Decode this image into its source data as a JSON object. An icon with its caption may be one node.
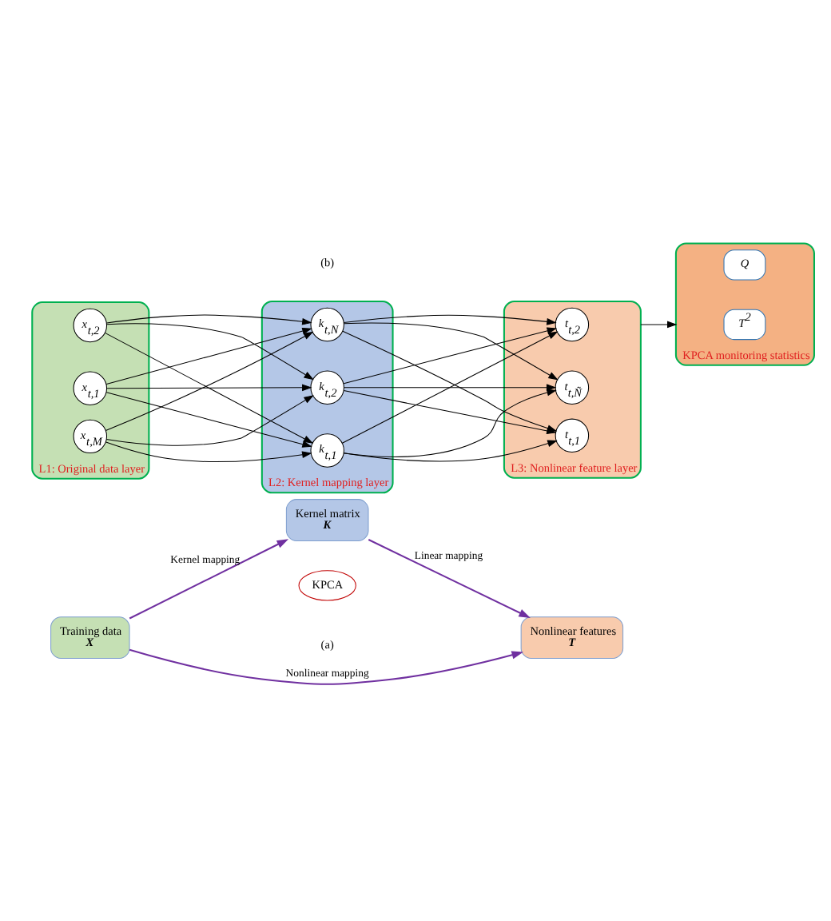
{
  "diagram": {
    "nodes": [
      {
        "text": [
          "Training data",
          "X"
        ]
      },
      {
        "text": [
          "Kernel matrix",
          "K"
        ]
      },
      {
        "text": [
          "Nonlinear features",
          "T"
        ]
      },
      {
        "text": [
          "KPCA"
        ]
      },
      {
        "text": [],
        "shape": "box",
        "beside": [
          "L1: Original data layer"
        ]
      },
      {
        "text": [
          "x$_{t,1}$"
        ],
        "in": 4
      },
      {
        "text": [
          "x$_{t,2}$"
        ],
        "in": 4
      },
      {
        "text": [
          "x$_{t,M}$"
        ],
        "in": 4
      },
      {
        "text": [],
        "shape": "box",
        "beside": [
          "L2: Kernel mapping layer"
        ]
      },
      {
        "text": [
          "k$_{t,1}$"
        ],
        "in": 8
      },
      {
        "text": [
          "k$_{t,2}$"
        ],
        "in": 8
      },
      {
        "text": [
          "k$_{t,N}$"
        ],
        "in": 8
      },
      {
        "text": [],
        "shape": "box",
        "beside": [
          "L3: Nonlinear feature layer"
        ]
      },
      {
        "text": [
          "t$_{t,1}$"
        ],
        "in": 12
      },
      {
        "text": [
          "t$_{t,2}$"
        ],
        "in": 12
      },
      {
        "text": [
          "t$_{t,Ñ}$"
        ],
        "in": 12
      },
      {
        "text": [],
        "shape": "box",
        "beside": [
          "KPCA monitoring statistics"
        ]
      },
      {
        "text": [
          "T$^{2}$"
        ],
        "in": 16
      },
      {
        "text": [
          "Q"
        ],
        "in": 16
      }
    ],
    "edges": [
      {
        "from": 0,
        "to": 1,
        "arrow": "to",
        "label": "Kernel mapping",
        "color": "#7030a0"
      },
      {
        "from": 1,
        "to": 2,
        "arrow": "to",
        "label": "Linear mapping",
        "color": "#7030a0"
      },
      {
        "from": 0,
        "to": 2,
        "arrow": "to",
        "label": "Nonlinear mapping",
        "color": "#7030a0"
      },
      {
        "from": 5,
        "to": 9,
        "arrow": "to"
      },
      {
        "from": 5,
        "to": 10,
        "arrow": "to"
      },
      {
        "from": 5,
        "to": 11,
        "arrow": "to"
      },
      {
        "from": 6,
        "to": 9,
        "arrow": "to"
      },
      {
        "from": 6,
        "to": 10,
        "arrow": "to"
      },
      {
        "from": 6,
        "to": 11,
        "arrow": "to"
      },
      {
        "from": 7,
        "to": 9,
        "arrow": "to"
      },
      {
        "from": 7,
        "to": 10,
        "arrow": "to"
      },
      {
        "from": 7,
        "to": 11,
        "arrow": "to"
      },
      {
        "from": 9,
        "to": 13,
        "arrow": "to"
      },
      {
        "from": 9,
        "to": 14,
        "arrow": "to"
      },
      {
        "from": 9,
        "to": 15,
        "arrow": "to"
      },
      {
        "from": 10,
        "to": 13,
        "arrow": "to"
      },
      {
        "from": 10,
        "to": 14,
        "arrow": "to"
      },
      {
        "from": 10,
        "to": 15,
        "arrow": "to"
      },
      {
        "from": 11,
        "to": 13,
        "arrow": "to"
      },
      {
        "from": 11,
        "to": 14,
        "arrow": "to"
      },
      {
        "from": 11,
        "to": 15,
        "arrow": "to"
      },
      {
        "from": 12,
        "to": 16,
        "arrow": "to"
      }
    ],
    "labels": [
      "(a)",
      "(b)"
    ]
  }
}
